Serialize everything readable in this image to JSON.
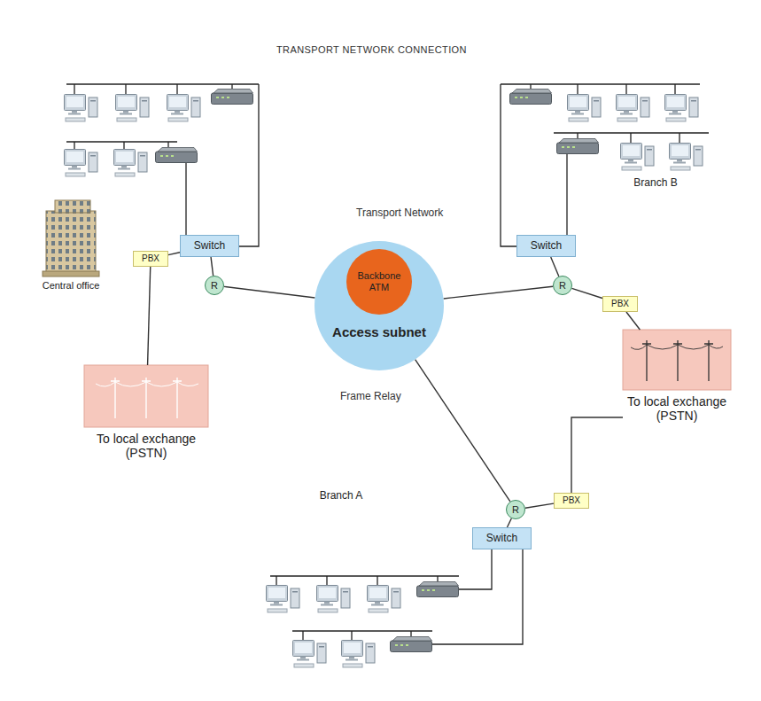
{
  "diagram": {
    "title": "TRANSPORT NETWORK CONNECTION",
    "nodes": [
      {
        "text": [
          "Central office"
        ]
      },
      {
        "text": [
          "Switch"
        ],
        "in": 0
      },
      {
        "text": [
          "R"
        ],
        "in": 0
      },
      {
        "text": [
          "PBX"
        ],
        "in": 0
      },
      {
        "text": [
          "Branch B"
        ]
      },
      {
        "text": [
          "Switch"
        ],
        "in": 4
      },
      {
        "text": [
          "R"
        ],
        "in": 4
      },
      {
        "text": [
          "PBX"
        ],
        "in": 4
      },
      {
        "text": [
          "Access subnet"
        ]
      },
      {
        "text": [
          "Backbone ATM"
        ],
        "in": 8
      },
      {
        "text": [
          "To local exchange (PSTN)"
        ]
      },
      {
        "text": [
          "To local exchange (PSTN)"
        ]
      },
      {
        "text": [
          "Branch A"
        ]
      },
      {
        "text": [
          "R"
        ],
        "in": 12
      },
      {
        "text": [
          "PBX"
        ],
        "in": 12
      },
      {
        "text": [
          "Switch"
        ],
        "in": 12
      }
    ],
    "edges": [
      {
        "from": 1,
        "to": 2,
        "arrow": "none"
      },
      {
        "from": 1,
        "to": 3,
        "arrow": "none"
      },
      {
        "from": 2,
        "to": 8,
        "arrow": "none"
      },
      {
        "from": 3,
        "to": 10,
        "arrow": "none"
      },
      {
        "from": 5,
        "to": 6,
        "arrow": "none"
      },
      {
        "from": 6,
        "to": 7,
        "arrow": "none"
      },
      {
        "from": 6,
        "to": 8,
        "arrow": "none"
      },
      {
        "from": 7,
        "to": 11,
        "arrow": "none"
      },
      {
        "from": 13,
        "to": 8,
        "arrow": "none"
      },
      {
        "from": 13,
        "to": 14,
        "arrow": "none"
      },
      {
        "from": 13,
        "to": 15,
        "arrow": "none"
      },
      {
        "from": 14,
        "to": 11,
        "arrow": "none"
      }
    ],
    "labels": [
      "Transport Network",
      "Frame Relay"
    ]
  }
}
